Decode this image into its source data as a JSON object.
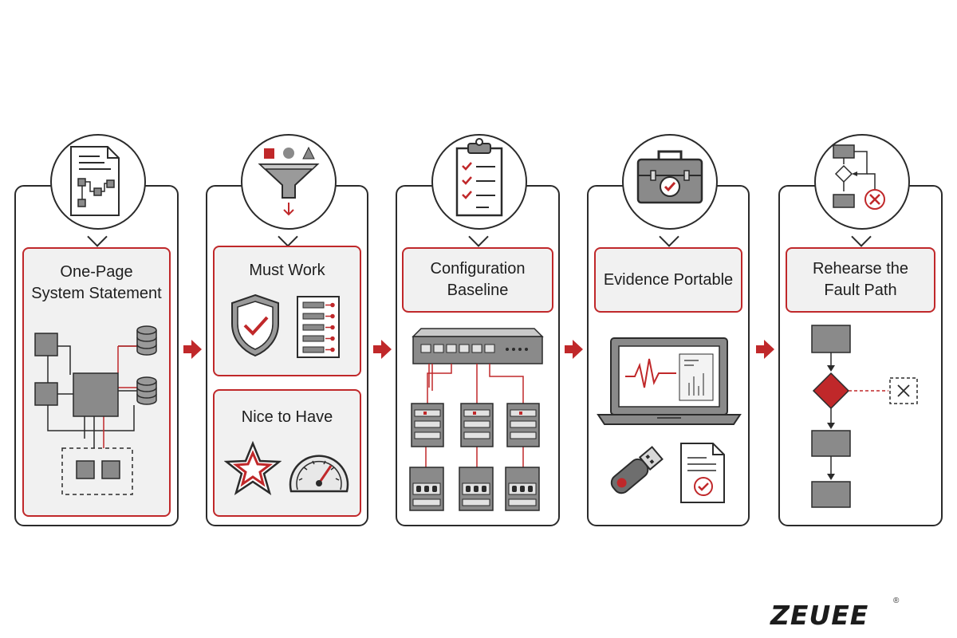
{
  "steps": [
    {
      "id": "system-statement",
      "label_lines": [
        "One-Page",
        "System Statement"
      ],
      "bubble_icon": "document-diagram-icon"
    },
    {
      "id": "must-work",
      "panel_top_title": "Must Work",
      "panel_bottom_title": "Nice to Have",
      "bubble_icon": "filter-funnel-icon"
    },
    {
      "id": "configuration-baseline",
      "label_lines": [
        "Configuration",
        "Baseline"
      ],
      "bubble_icon": "clipboard-checklist-icon"
    },
    {
      "id": "evidence-portable",
      "label_lines": [
        "Evidence Portable"
      ],
      "bubble_icon": "briefcase-check-icon"
    },
    {
      "id": "rehearse-fault-path",
      "label_lines": [
        "Rehearse the",
        "Fault Path"
      ],
      "bubble_icon": "flowchart-error-icon"
    }
  ],
  "logo": {
    "text": "ZEUEE",
    "registered": "®"
  },
  "colors": {
    "accent": "#c0282a",
    "outline": "#2b2b2b",
    "fill_gray": "#8a8a8a",
    "panel_bg": "#f1f1f1"
  }
}
